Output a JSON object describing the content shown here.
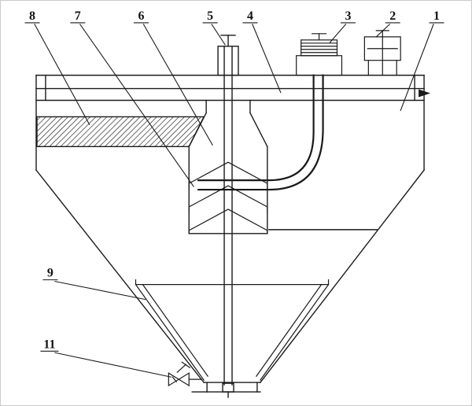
{
  "figure": {
    "background_color": "#ffffff",
    "line_color": "#1a1a1a",
    "callouts": [
      {
        "label": "8"
      },
      {
        "label": "7"
      },
      {
        "label": "6"
      },
      {
        "label": "5"
      },
      {
        "label": "4"
      },
      {
        "label": "3"
      },
      {
        "label": "2"
      },
      {
        "label": "1"
      },
      {
        "label": "9"
      },
      {
        "label": "11"
      }
    ]
  }
}
